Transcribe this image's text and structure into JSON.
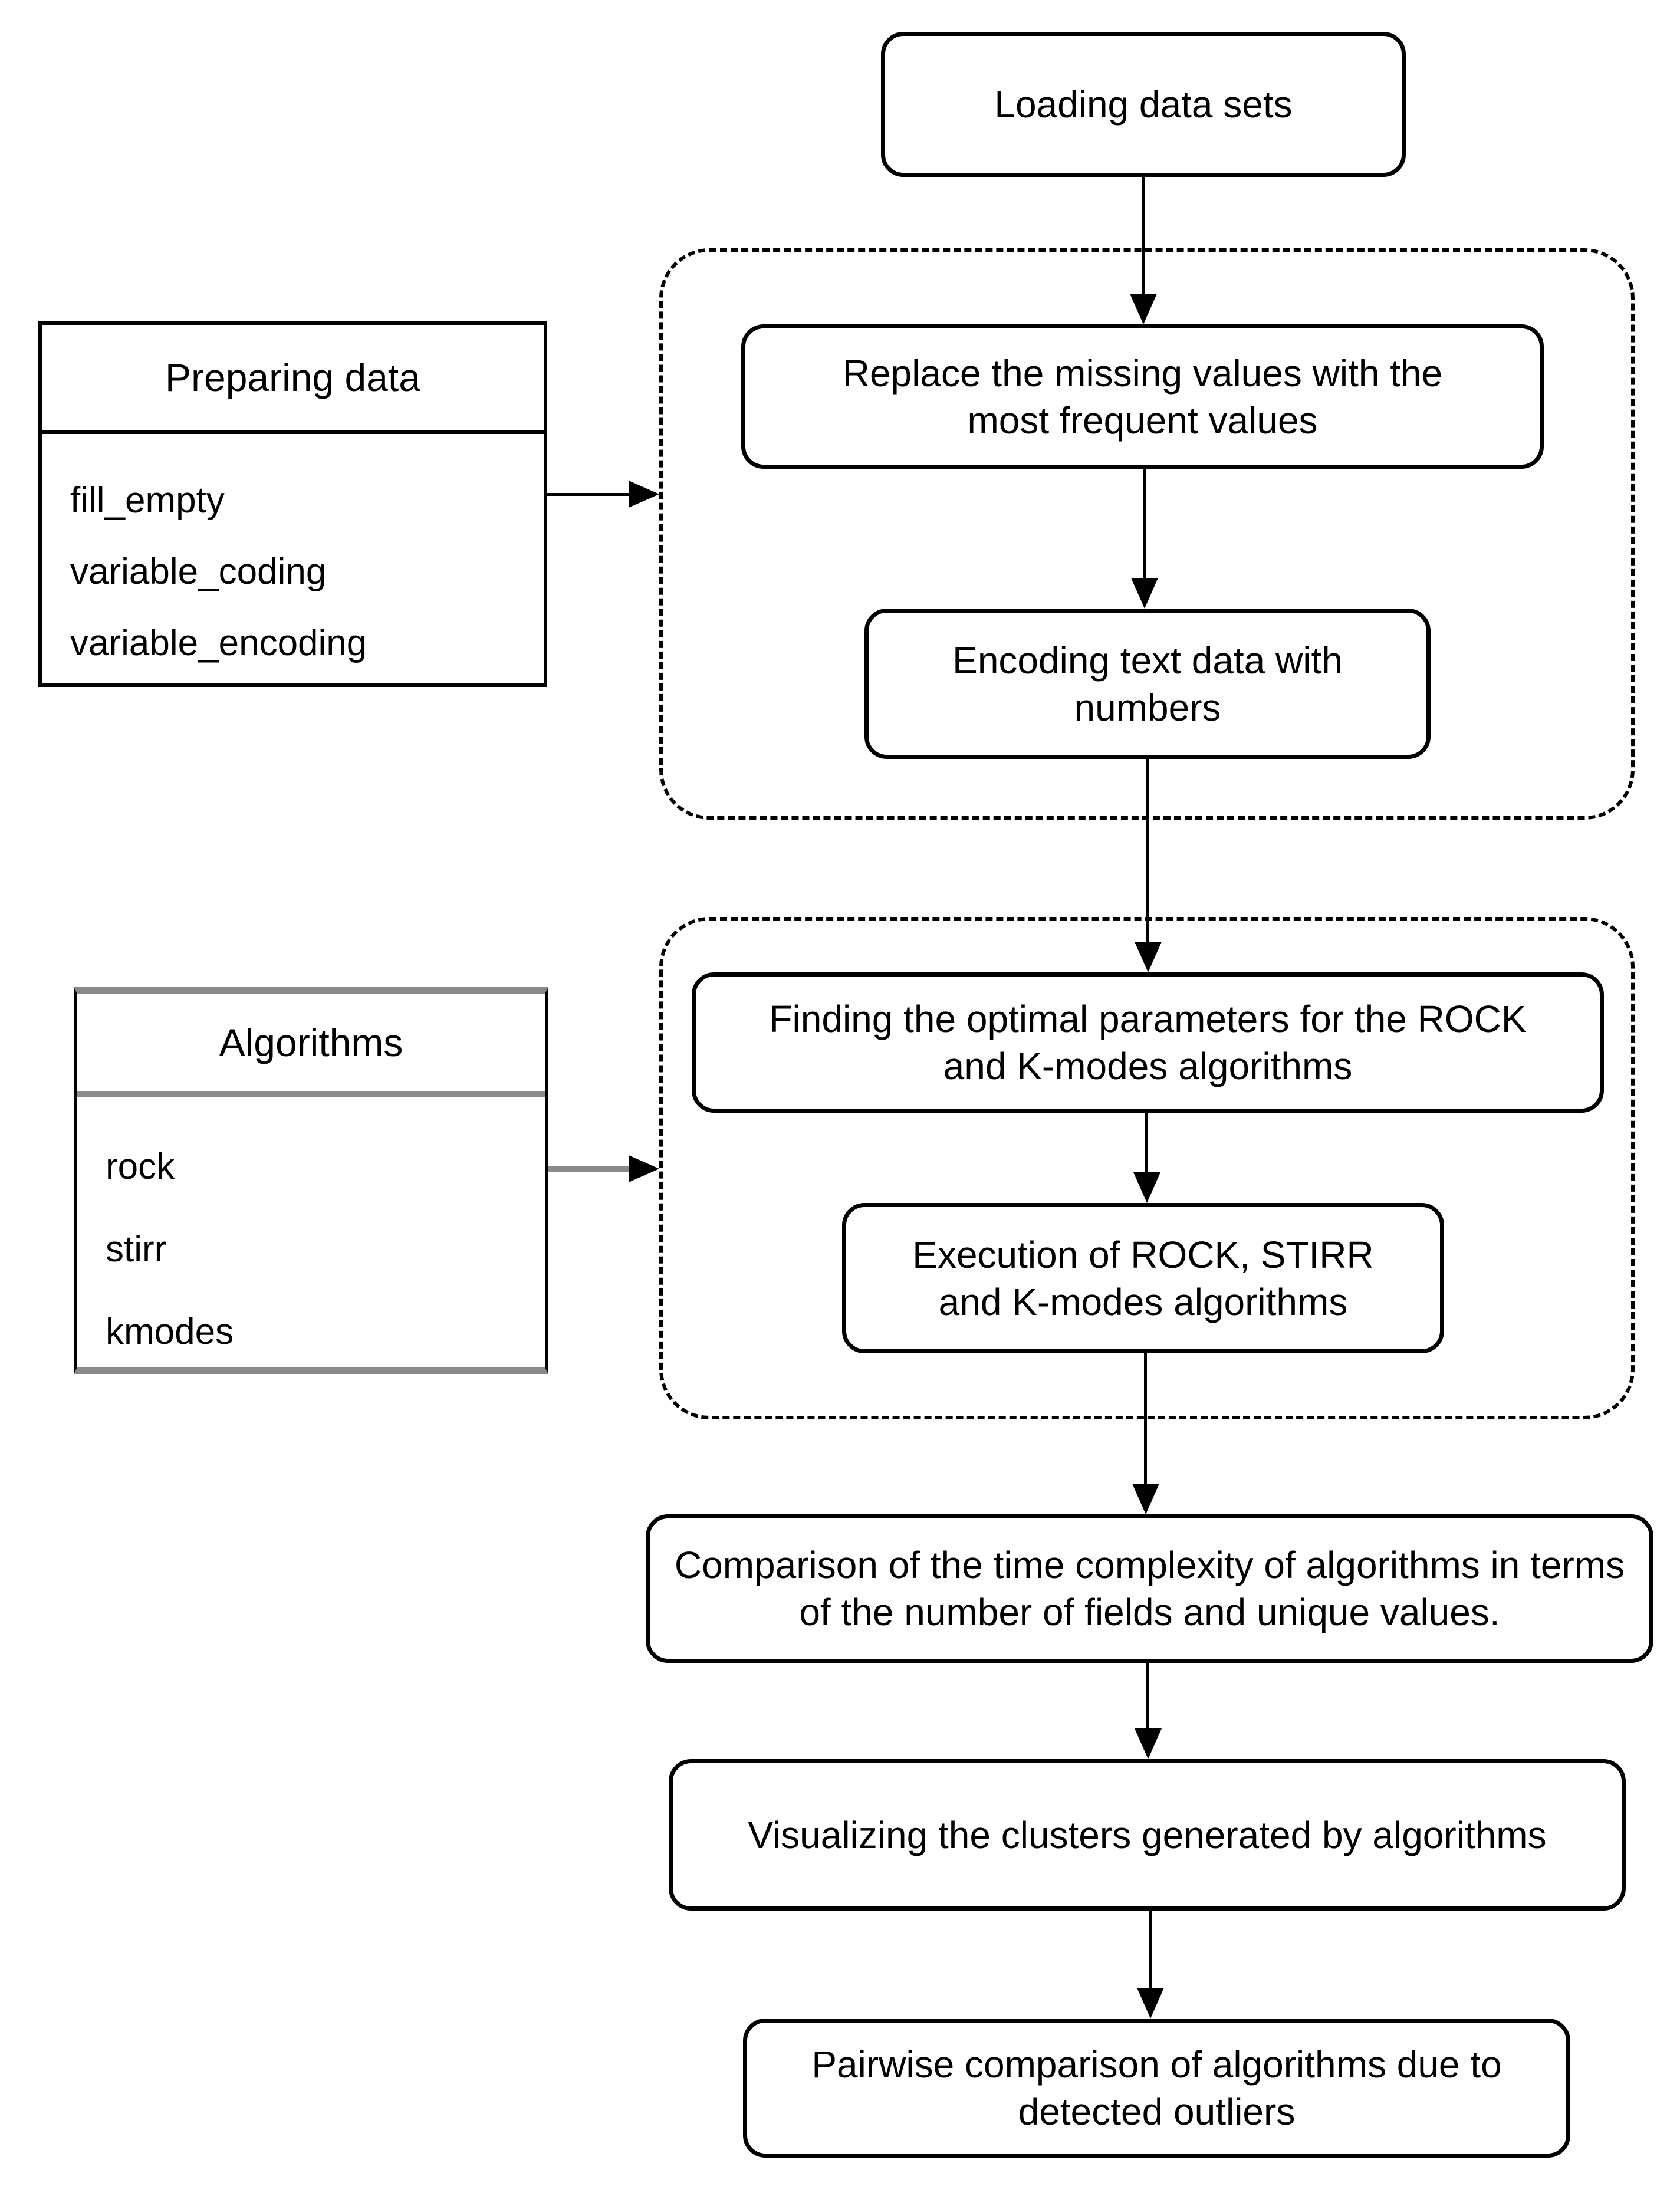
{
  "diagram": {
    "title_hint": "Categorical clustering workflow flowchart",
    "colors": {
      "stroke": "#000000",
      "module_accent": "#8a8a8a",
      "background": "#ffffff"
    },
    "nodes": {
      "loading": {
        "label": "Loading data sets"
      },
      "replace": {
        "label": "Replace the missing values with the most frequent values"
      },
      "encoding": {
        "label": "Encoding text data with numbers"
      },
      "finding": {
        "label": "Finding the optimal parameters for the ROCK and K-modes algorithms"
      },
      "execution": {
        "label": "Execution of ROCK, STIRR and K-modes algorithms"
      },
      "comparison": {
        "label": "Comparison of the time complexity of algorithms in terms of the number of fields and unique values."
      },
      "visualizing": {
        "label": "Visualizing the clusters generated by algorithms"
      },
      "pairwise": {
        "label": "Pairwise comparison of algorithms due to detected outliers"
      }
    },
    "modules": {
      "preparing": {
        "title": "Preparing data",
        "items": [
          "fill_empty",
          "variable_coding",
          "variable_encoding"
        ]
      },
      "algorithms": {
        "title": "Algorithms",
        "items": [
          "rock",
          "stirr",
          "kmodes"
        ]
      }
    },
    "edges": [
      "loading -> replace",
      "replace -> encoding",
      "encoding -> finding",
      "finding -> execution",
      "execution -> comparison",
      "comparison -> visualizing",
      "visualizing -> pairwise",
      "preparing -> group-preprocessing",
      "algorithms -> group-algorithms"
    ]
  }
}
